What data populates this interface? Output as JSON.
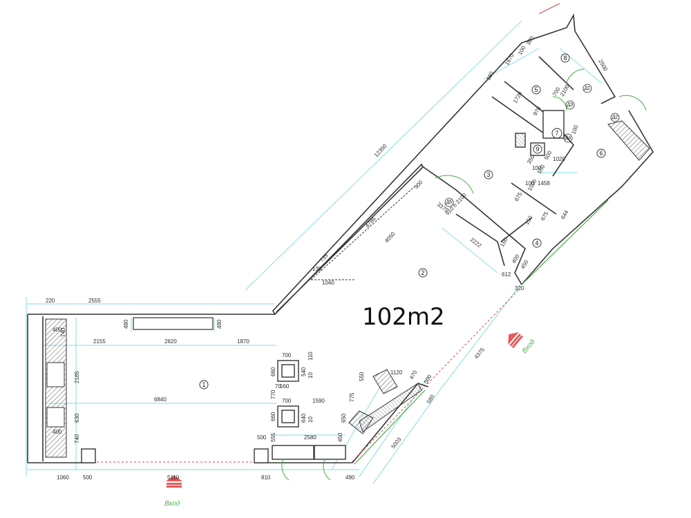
{
  "plan": {
    "area_label": "102m2",
    "entrance_label": "Вход",
    "rooms": [
      "1",
      "2",
      "3",
      "4",
      "5",
      "6",
      "7",
      "8",
      "9"
    ],
    "doors": [
      "Д1",
      "Д2",
      "Д3",
      "Д4",
      "Д5"
    ],
    "door_notes": {
      "d5": "910\nh 2100"
    },
    "dimensions": {
      "d220": "220",
      "d2555": "2555",
      "d400a": "400",
      "d740a": "740",
      "d480a": "480",
      "d480b": "480",
      "d2155": "2155",
      "d2620": "2620",
      "d1870": "1870",
      "d2185": "2185",
      "d6840": "6840",
      "d630": "630",
      "d400b": "400",
      "d740b": "740",
      "d1060": "1060",
      "d500a": "500",
      "d5110": "5110",
      "d810": "810",
      "d490": "490",
      "d500b": "500",
      "d2580": "2580",
      "d555": "555",
      "d450a": "450",
      "d650": "650",
      "d775": "775",
      "d550": "550",
      "d1120": "1120",
      "d470": "470",
      "d500c": "500",
      "d580": "580",
      "d5003": "5003",
      "d4375": "4375",
      "d700a": "700",
      "d700b": "700",
      "d660a": "660",
      "d660b": "660",
      "d540": "540",
      "d110": "110",
      "d560": "560",
      "d70": "70",
      "d10a": "10",
      "d770": "770",
      "d1590": "1590",
      "d640": "640",
      "d10b": "10",
      "d12350": "12350",
      "d4786": "4786",
      "d4050": "4050",
      "d735": "735",
      "d130": "130",
      "d1040": "1040",
      "d900": "900",
      "d3375": "3375",
      "d2222": "2222",
      "d612": "612",
      "d320": "320",
      "d400c": "400",
      "d450b": "450",
      "d150a": "150",
      "d150b": "150",
      "d675a": "675",
      "d675b": "675",
      "d1500": "1500",
      "d644": "644",
      "d1458": "1458",
      "d350": "350",
      "d550b": "550",
      "d100a": "100",
      "d100b": "100",
      "d500d": "500",
      "d1020": "1020",
      "d1720": "1720",
      "d970": "970",
      "d150c": "150",
      "d1670": "1670",
      "d100c": "100",
      "d380": "380",
      "d2500": "2500",
      "d100d": "100",
      "d700c": "700",
      "d2100": "2100"
    }
  }
}
